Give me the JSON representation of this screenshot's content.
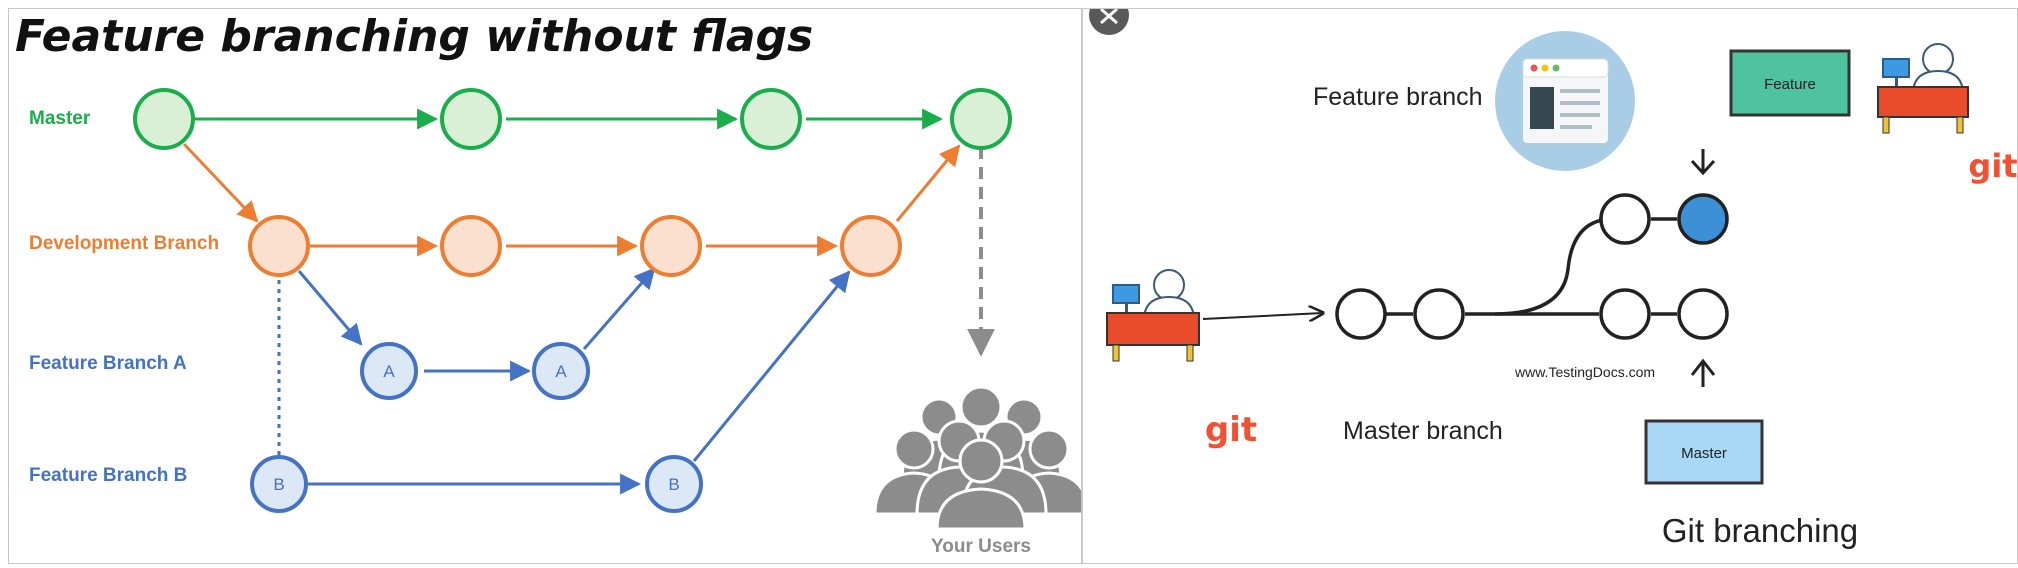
{
  "left": {
    "title": "Feature branching without flags",
    "branches": {
      "master": "Master",
      "development": "Development Branch",
      "feature_a": "Feature Branch A",
      "feature_b": "Feature Branch B"
    },
    "node_labels": {
      "a": "A",
      "b": "B"
    },
    "users_label": "Your Users",
    "colors": {
      "master": "#1aad4b",
      "development": "#ed7d31",
      "feature": "#4472c4",
      "users": "#8c8c8c"
    }
  },
  "right": {
    "feature_branch_label": "Feature branch",
    "feature_box_label": "Feature",
    "master_branch_label": "Master branch",
    "master_box_label": "Master",
    "watermark": "www.TestingDocs.com",
    "caption": "Git branching",
    "git_logo_text": "git",
    "close_icon": "close-icon",
    "colors": {
      "git": "#f05033",
      "feature_box": "#4fc2a0",
      "master_box": "#a8d8f5",
      "highlight_node": "#3d8fd6"
    }
  }
}
